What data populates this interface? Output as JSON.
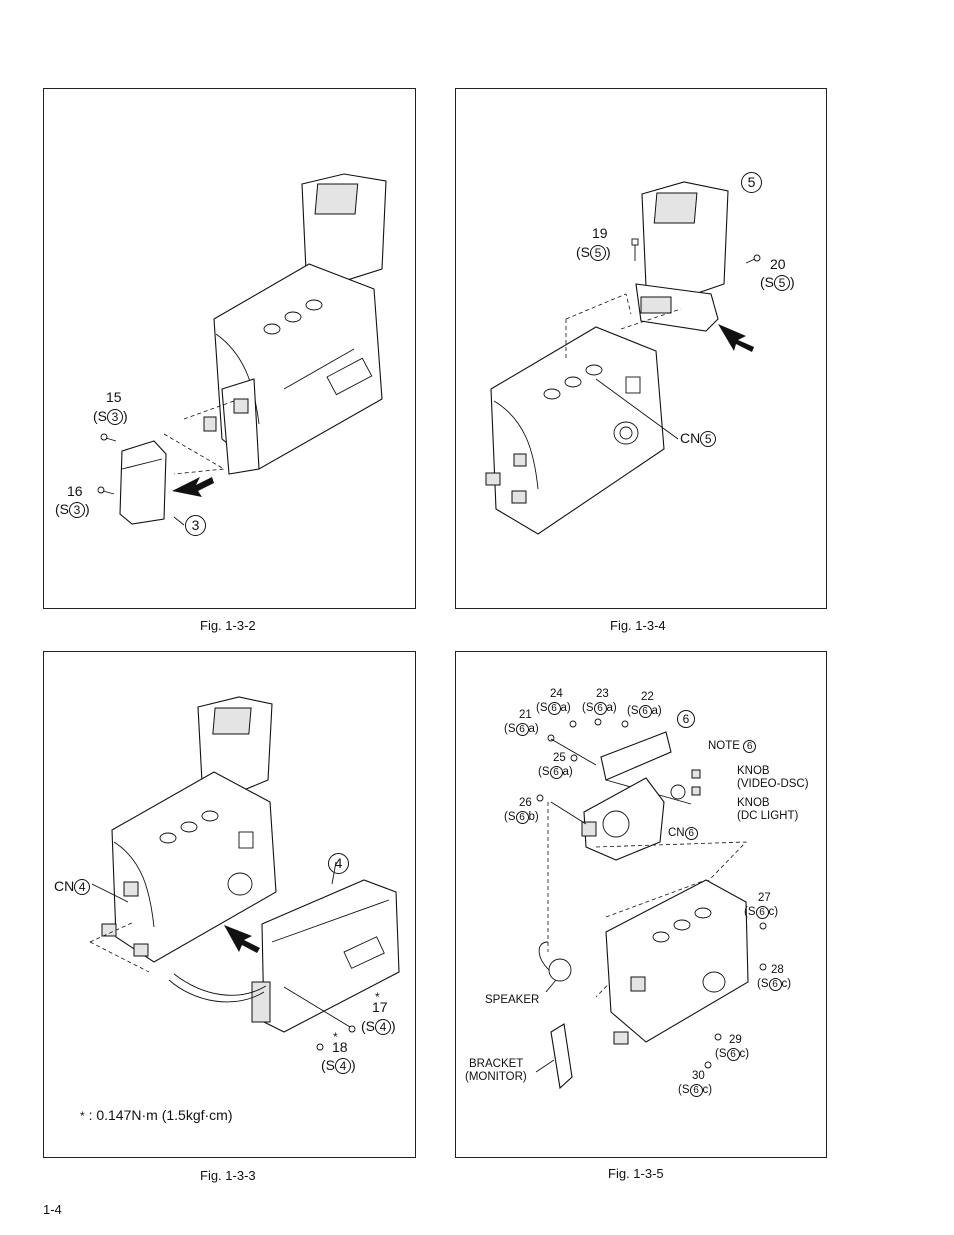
{
  "page_number": "1-4",
  "figures": {
    "fig2": {
      "caption": "Fig. 1-3-2",
      "labels": {
        "s15_num": "15",
        "s15_ref": "S",
        "s15_circ": "3",
        "s16_num": "16",
        "s16_ref": "S",
        "s16_circ": "3",
        "part": "3"
      }
    },
    "fig4": {
      "caption": "Fig. 1-3-4",
      "labels": {
        "s19_num": "19",
        "s19_ref": "S",
        "s19_circ": "5",
        "s20_num": "20",
        "s20_ref": "S",
        "s20_circ": "5",
        "part": "5",
        "cn": "CN",
        "cn_circ": "5"
      }
    },
    "fig3": {
      "caption": "Fig. 1-3-3",
      "labels": {
        "cn": "CN",
        "cn_circ": "4",
        "part": "4",
        "s17_num": "17",
        "s17_ref": "S",
        "s17_circ": "4",
        "s18_num": "18",
        "s18_ref": "S",
        "s18_circ": "4",
        "star": "*",
        "torque_note": ": 0.147N·m (1.5kgf·cm)"
      }
    },
    "fig5": {
      "caption": "Fig. 1-3-5",
      "labels": {
        "s21": "21",
        "s22": "22",
        "s23": "23",
        "s24": "24",
        "s25": "25",
        "s26": "26",
        "s27": "27",
        "s28": "28",
        "s29": "29",
        "s30": "30",
        "ref": "S",
        "circ": "6",
        "suffix_a": "a",
        "suffix_b": "b",
        "suffix_c": "c",
        "part": "6",
        "note": "NOTE",
        "note_circ": "6",
        "knob1_line1": "KNOB",
        "knob1_line2": "(VIDEO-DSC)",
        "knob2_line1": "KNOB",
        "knob2_line2": "(DC LIGHT)",
        "cn": "CN",
        "cn_circ": "6",
        "speaker": "SPEAKER",
        "bracket_line1": "BRACKET",
        "bracket_line2": "(MONITOR)"
      }
    }
  }
}
